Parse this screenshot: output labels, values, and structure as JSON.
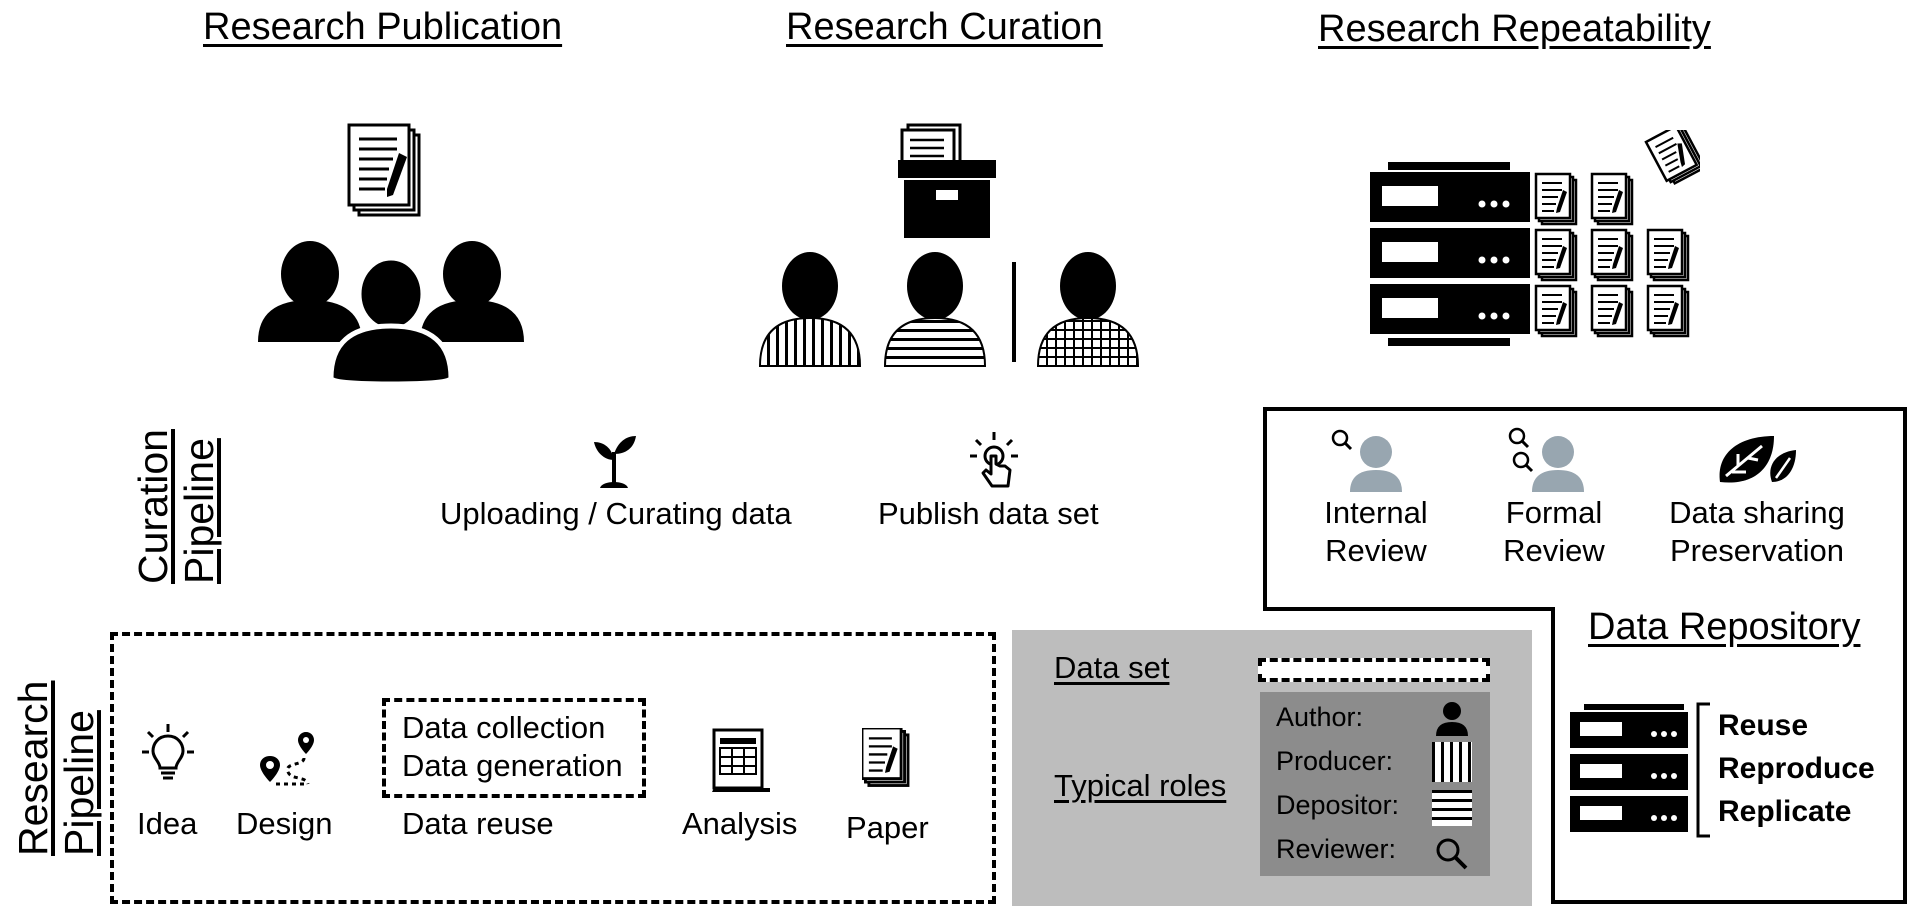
{
  "headers": {
    "publication": "Research Publication",
    "curation": "Research Curation",
    "repeatability": "Research Repeatability"
  },
  "curation_pipeline": {
    "title_line1": "Curation",
    "title_line2": "Pipeline",
    "steps": [
      {
        "icon": "seedling-icon",
        "label": "Uploading / Curating data"
      },
      {
        "icon": "touch-publish-icon",
        "label": "Publish data set"
      }
    ]
  },
  "repository": {
    "title": "Data Repository",
    "steps": [
      {
        "icon": "internal-review-icon",
        "line1": "Internal",
        "line2": "Review"
      },
      {
        "icon": "formal-review-icon",
        "line1": "Formal",
        "line2": "Review"
      },
      {
        "icon": "leaves-icon",
        "line1": "Data sharing",
        "line2": "Preservation"
      }
    ],
    "outcomes": [
      "Reuse",
      "Reproduce",
      "Replicate"
    ]
  },
  "research_pipeline": {
    "title_line1": "Research",
    "title_line2": "Pipeline",
    "steps": [
      {
        "icon": "lightbulb-icon",
        "label": "Idea"
      },
      {
        "icon": "route-pin-icon",
        "label": "Design"
      },
      {
        "icon": "spreadsheet-icon",
        "label": "Analysis"
      },
      {
        "icon": "paper-icon",
        "label": "Paper"
      }
    ],
    "data_box": {
      "line1": "Data collection",
      "line2": "Data generation"
    },
    "data_reuse": "Data reuse"
  },
  "legend": {
    "dataset_label": "Data set",
    "roles_label": "Typical roles",
    "roles": [
      {
        "label": "Author:",
        "icon": "person-icon"
      },
      {
        "label": "Producer:",
        "icon": "vertical-stripes-pattern"
      },
      {
        "label": "Depositor:",
        "icon": "horizontal-stripes-pattern"
      },
      {
        "label": "Reviewer:",
        "icon": "magnifier-icon"
      }
    ]
  },
  "colors": {
    "legend_bg": "#bdbdbd",
    "roles_bg": "#8c8c8c",
    "reviewer_icon": "#98a6b0"
  }
}
